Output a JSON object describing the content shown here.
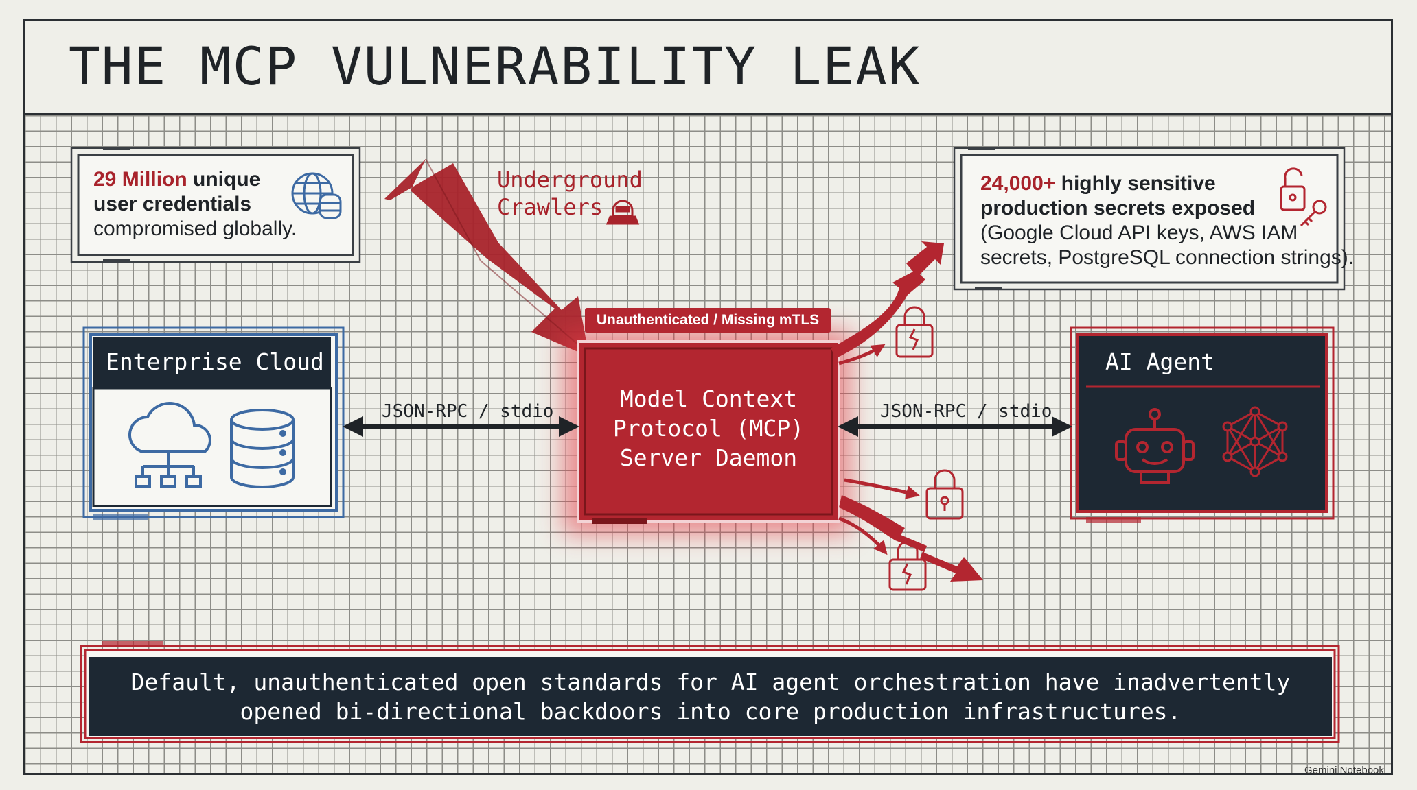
{
  "title": "THE MCP VULNERABILITY LEAK",
  "stats": {
    "credentials": {
      "highlight": "29 Million",
      "line1_rest": " unique",
      "line2": "user credentials",
      "line3": "compromised globally."
    },
    "secrets": {
      "highlight": "24,000+",
      "line1_rest": " highly sensitive",
      "line2": "production secrets exposed",
      "line3": "(Google Cloud API keys, AWS IAM",
      "line4": "secrets, PostgreSQL connection strings)."
    }
  },
  "crawlers": {
    "line1": "Underground",
    "line2": "Crawlers"
  },
  "enterprise": {
    "title": "Enterprise Cloud"
  },
  "agent": {
    "title": "AI Agent"
  },
  "core": {
    "badge": "Unauthenticated / Missing mTLS",
    "line1": "Model Context",
    "line2": "Protocol (MCP)",
    "line3": "Server Daemon"
  },
  "links": {
    "left": "JSON-RPC / stdio",
    "right": "JSON-RPC / stdio"
  },
  "footer": {
    "line1": "Default, unauthenticated open standards for AI agent orchestration have inadvertently",
    "line2": "opened bi-directional backdoors into core production infrastructures."
  },
  "brand": "Gemini Notebook",
  "icons": [
    "globe-database-icon",
    "hacker-icon",
    "unlock-key-icon",
    "cloud-network-icon",
    "database-icon",
    "robot-icon",
    "neural-network-icon",
    "broken-lock-icon",
    "lock-icon"
  ],
  "colors": {
    "accent_red": "#b32630",
    "navy": "#1d2833",
    "blue": "#3d6aa3",
    "grid": "#7c7c78",
    "background": "#efefe9"
  }
}
